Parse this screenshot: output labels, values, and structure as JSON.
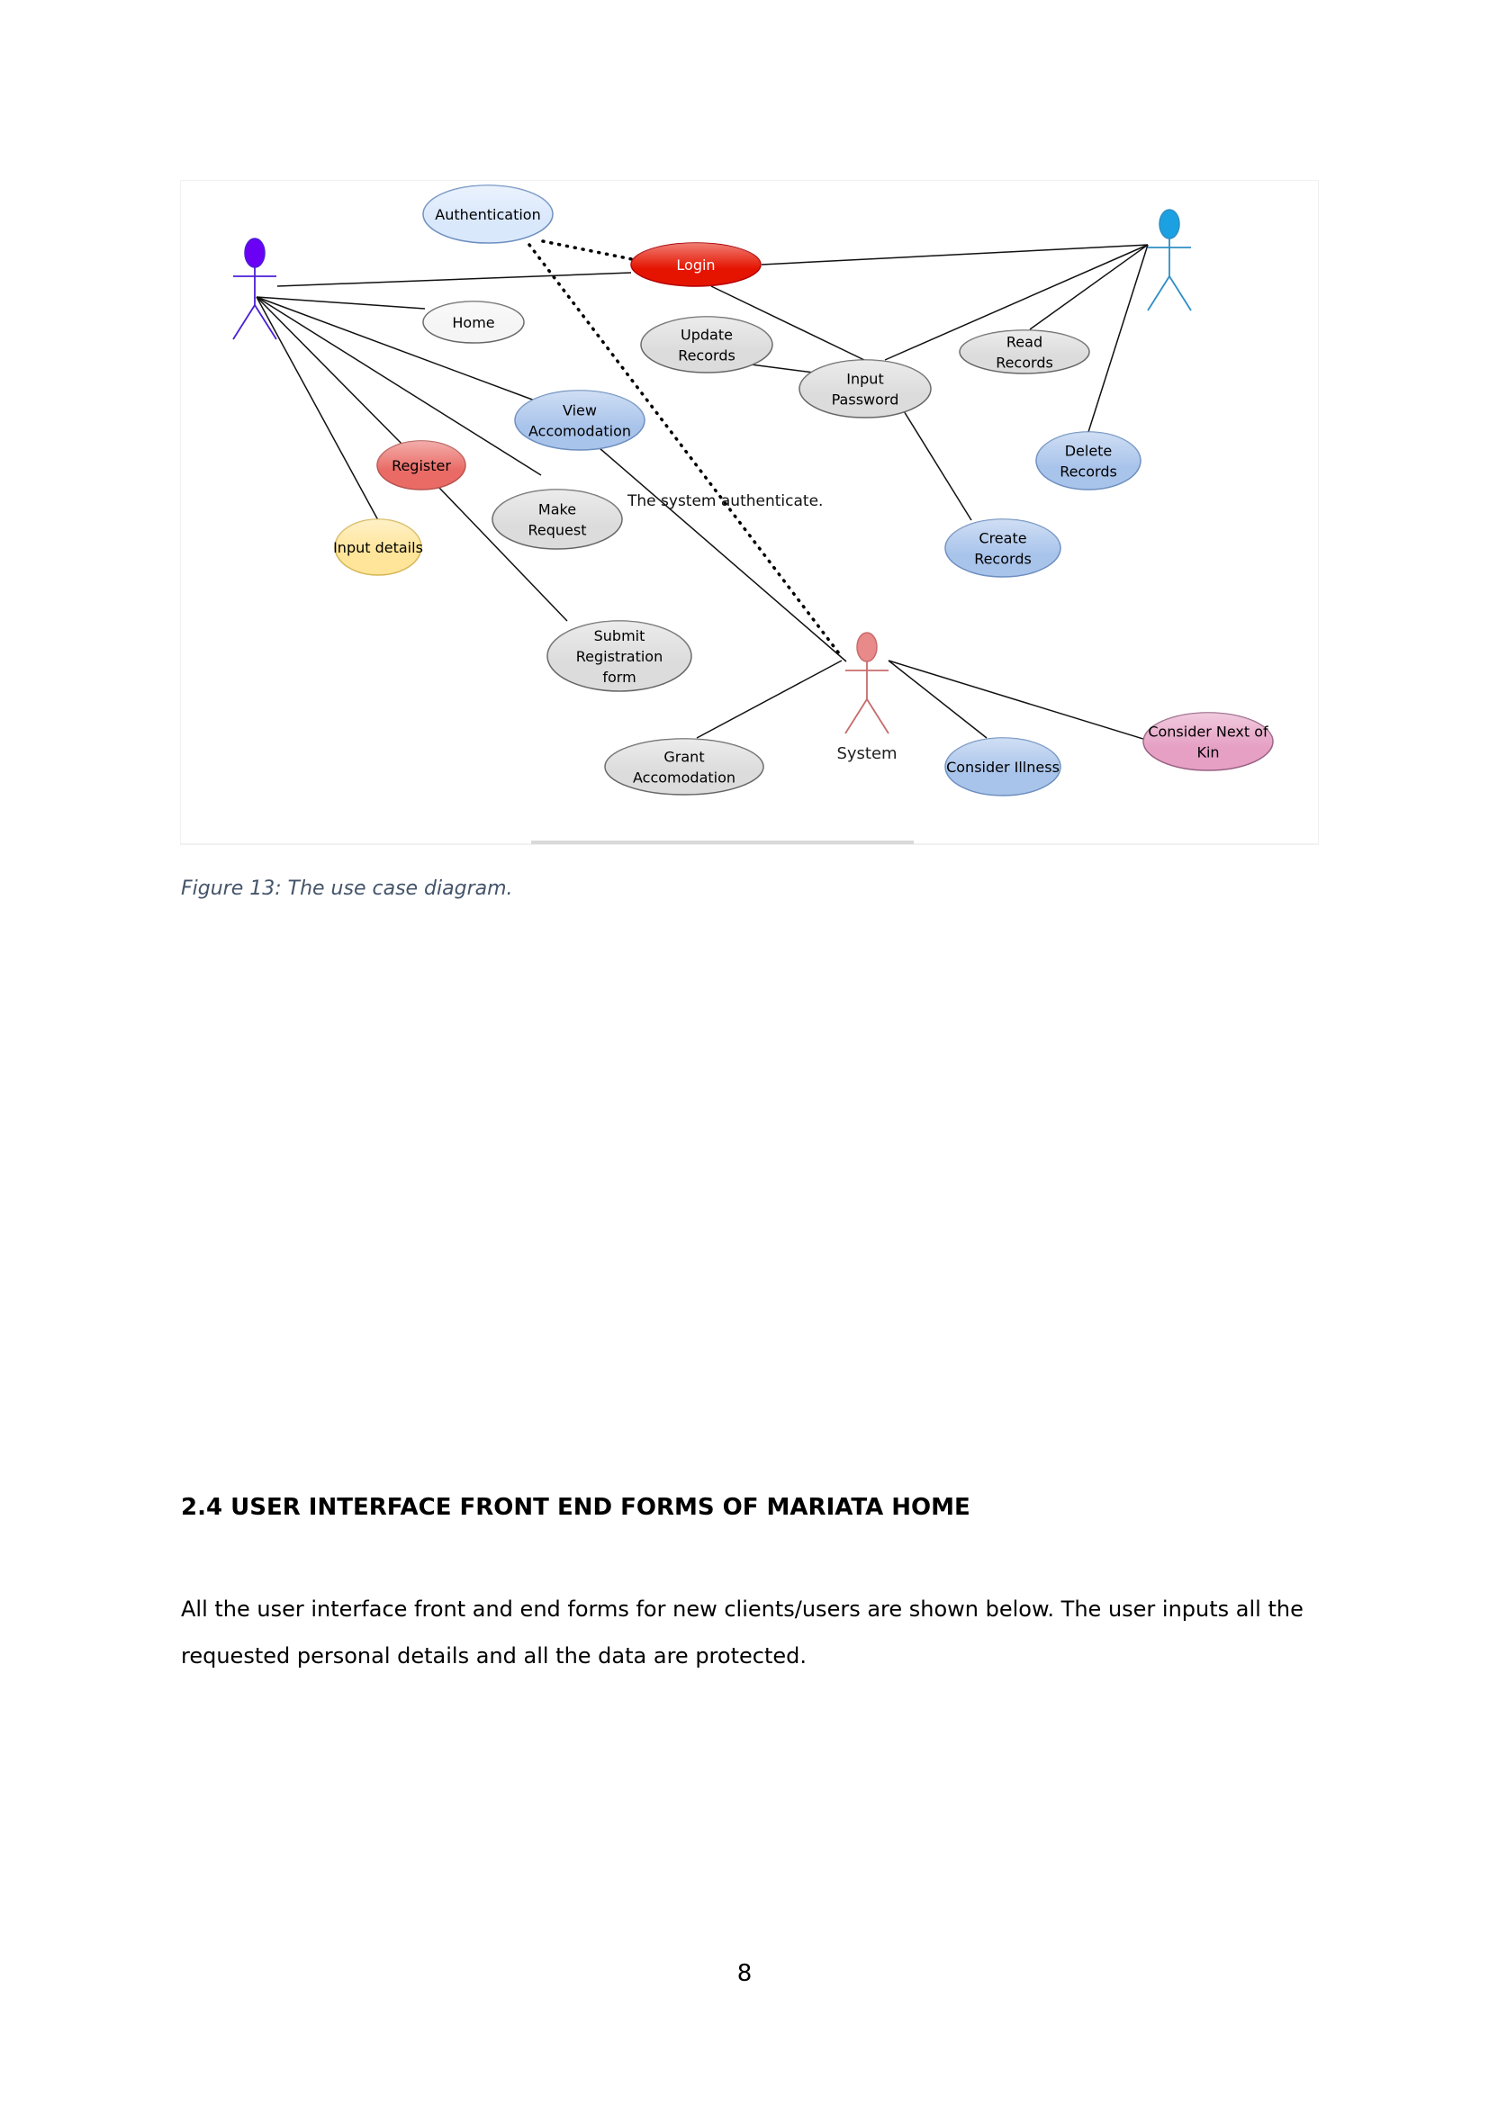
{
  "diagram": {
    "actors": [
      {
        "id": "user",
        "label": "",
        "color": "#6a00f4"
      },
      {
        "id": "admin",
        "label": "",
        "color": "#1ba1e2"
      },
      {
        "id": "system",
        "label": "System",
        "color": "#e88a8a"
      }
    ],
    "use_cases": [
      {
        "id": "authentication",
        "lines": [
          "Authentication"
        ],
        "fill": "#dae8fc",
        "stroke": "#6c8ebf",
        "text_color": "#000000"
      },
      {
        "id": "login",
        "lines": [
          "Login"
        ],
        "fill": "#e51400",
        "stroke": "#b20000",
        "text_color": "#ffffff"
      },
      {
        "id": "home",
        "lines": [
          "Home"
        ],
        "fill": "#f5f5f5",
        "stroke": "#666666",
        "text_color": "#000000"
      },
      {
        "id": "update-records",
        "lines": [
          "Update",
          "Records"
        ],
        "fill": "#dcdcdc",
        "stroke": "#666666",
        "text_color": "#000000"
      },
      {
        "id": "input-password",
        "lines": [
          "Input",
          "Password"
        ],
        "fill": "#dcdcdc",
        "stroke": "#666666",
        "text_color": "#000000"
      },
      {
        "id": "read-records",
        "lines": [
          "Read",
          "Records"
        ],
        "fill": "#dcdcdc",
        "stroke": "#666666",
        "text_color": "#000000"
      },
      {
        "id": "view-accomodation",
        "lines": [
          "View",
          "Accomodation"
        ],
        "fill": "#a9c4eb",
        "stroke": "#6c8ebf",
        "text_color": "#000000"
      },
      {
        "id": "register",
        "lines": [
          "Register"
        ],
        "fill": "#ea6b66",
        "stroke": "#b85450",
        "text_color": "#000000"
      },
      {
        "id": "make-request",
        "lines": [
          "Make",
          "Request"
        ],
        "fill": "#dcdcdc",
        "stroke": "#666666",
        "text_color": "#000000"
      },
      {
        "id": "delete-records",
        "lines": [
          "Delete",
          "Records"
        ],
        "fill": "#a9c4eb",
        "stroke": "#6c8ebf",
        "text_color": "#000000"
      },
      {
        "id": "input-details",
        "lines": [
          "Input details"
        ],
        "fill": "#ffe599",
        "stroke": "#d6b656",
        "text_color": "#000000"
      },
      {
        "id": "create-records",
        "lines": [
          "Create",
          "Records"
        ],
        "fill": "#a9c4eb",
        "stroke": "#6c8ebf",
        "text_color": "#000000"
      },
      {
        "id": "submit-registration-form",
        "lines": [
          "Submit",
          "Registration",
          "form"
        ],
        "fill": "#dcdcdc",
        "stroke": "#666666",
        "text_color": "#000000"
      },
      {
        "id": "grant-accomodation",
        "lines": [
          "Grant",
          "Accomodation"
        ],
        "fill": "#dcdcdc",
        "stroke": "#666666",
        "text_color": "#000000"
      },
      {
        "id": "consider-illness",
        "lines": [
          "Consider Illness"
        ],
        "fill": "#a9c4eb",
        "stroke": "#6c8ebf",
        "text_color": "#000000"
      },
      {
        "id": "consider-next-of-kin",
        "lines": [
          "Consider Next of",
          "Kin"
        ],
        "fill": "#e6a0c4",
        "stroke": "#996185",
        "text_color": "#000000"
      }
    ],
    "annotation": "The system authenticate."
  },
  "caption": "Figure 13: The use case diagram.",
  "section": {
    "heading": "2.4 USER INTERFACE FRONT END FORMS OF MARIATA HOME",
    "body": " All the user interface front and end forms for new clients/users are shown below. The user inputs all the requested personal details and all the data are protected."
  },
  "page_number": "8"
}
